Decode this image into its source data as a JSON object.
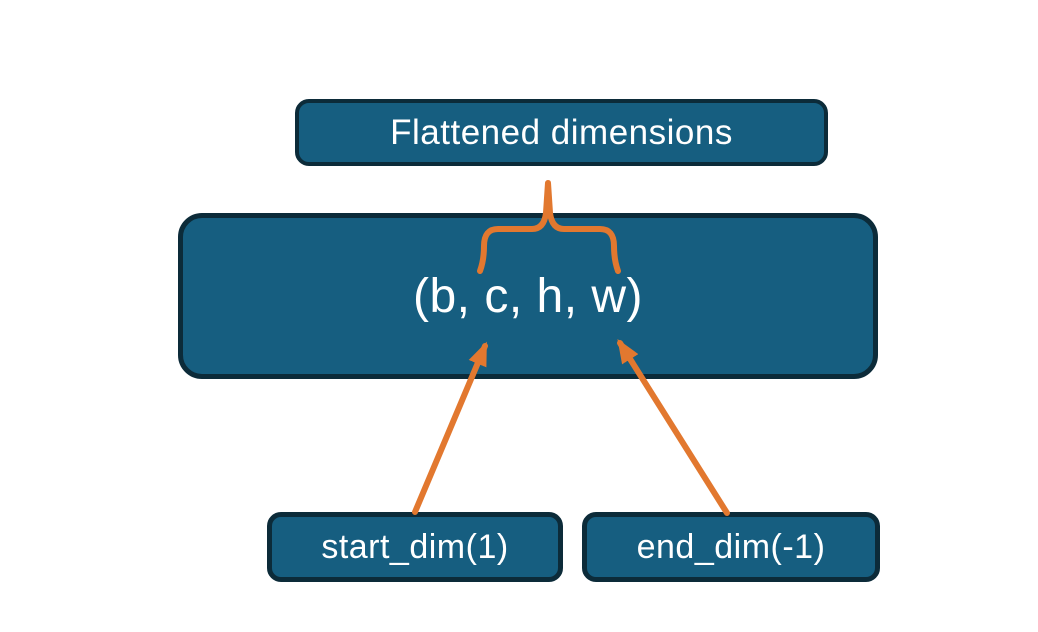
{
  "diagram": {
    "flattened_box": {
      "label": "Flattened dimensions"
    },
    "tensor_box": {
      "label": "(b, c, h, w)"
    },
    "start_dim_box": {
      "label": "start_dim(1)"
    },
    "end_dim_box": {
      "label": "end_dim(-1)"
    }
  },
  "colors": {
    "box_fill": "#165E80",
    "box_border": "#0C2B39",
    "connector_orange": "#E2782F",
    "label_text": "#FFFFFF",
    "background": "#FFFFFF"
  }
}
